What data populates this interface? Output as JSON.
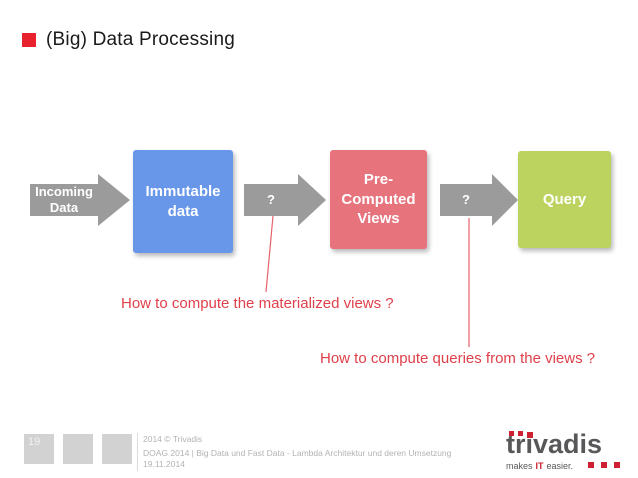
{
  "slide": {
    "title": "(Big) Data Processing"
  },
  "diagram": {
    "incoming_arrow": "Incoming Data",
    "box_immutable": "Immutable data",
    "arrow_q1": "?",
    "box_precomputed": "Pre-Computed Views",
    "arrow_q2": "?",
    "box_query": "Query",
    "annotation_views": "How to compute the materialized views ?",
    "annotation_queries": "How to compute queries from the views ?"
  },
  "footer": {
    "page_number": "19",
    "copyright": "2014 © Trivadis",
    "presentation_title": "DOAG 2014 | Big Data und Fast Data - Lambda Architektur und deren Umsetzung",
    "date": "19.11.2014"
  },
  "logo": {
    "brand": "trivadis",
    "tagline_prefix": "makes",
    "tagline_accent": "IT",
    "tagline_suffix": "easier."
  },
  "colors": {
    "title_bullet_red": "#E8212E",
    "box_blue": "#6897EA",
    "box_red": "#E7737D",
    "box_green": "#BCD35F",
    "arrow_gray": "#9B9B9B",
    "annotation_red": "#DF404A",
    "connector_red": "#E4626B",
    "footer_gray": "#B3B3B3",
    "logo_gray": "#58585A",
    "logo_red": "#CE2030"
  }
}
